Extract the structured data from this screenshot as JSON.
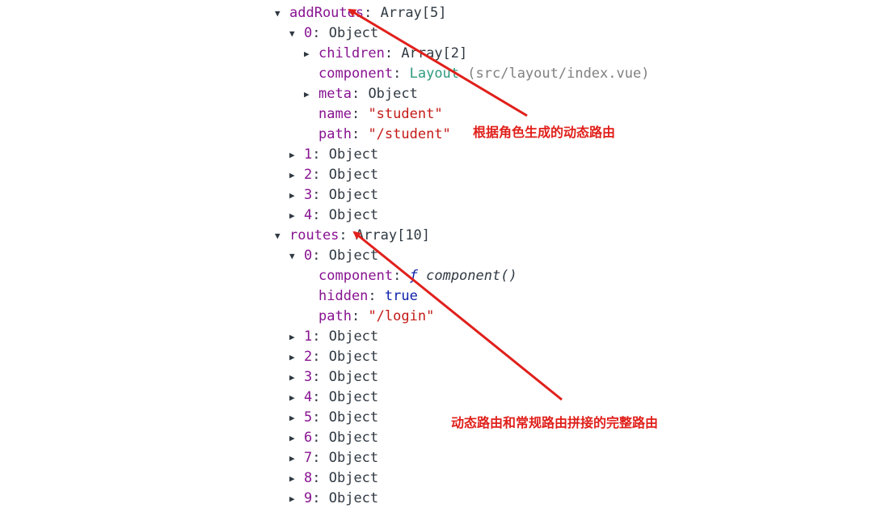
{
  "add_routes": {
    "key": "addRoutes",
    "value": "Array[5]",
    "item0": {
      "index": "0",
      "type": "Object",
      "children": {
        "key": "children",
        "value": "Array[2]"
      },
      "component": {
        "key": "component",
        "value": "Layout",
        "path": "(src/layout/index.vue)"
      },
      "meta": {
        "key": "meta",
        "value": "Object"
      },
      "name": {
        "key": "name",
        "value": "\"student\""
      },
      "path": {
        "key": "path",
        "value": "\"/student\""
      }
    },
    "items": [
      {
        "index": "1",
        "type": "Object"
      },
      {
        "index": "2",
        "type": "Object"
      },
      {
        "index": "3",
        "type": "Object"
      },
      {
        "index": "4",
        "type": "Object"
      }
    ]
  },
  "routes": {
    "key": "routes",
    "value": "Array[10]",
    "item0": {
      "index": "0",
      "type": "Object",
      "component": {
        "key": "component",
        "fn_kw": "ƒ",
        "value": "component()"
      },
      "hidden": {
        "key": "hidden",
        "value": "true"
      },
      "path": {
        "key": "path",
        "value": "\"/login\""
      }
    },
    "items": [
      {
        "index": "1",
        "type": "Object"
      },
      {
        "index": "2",
        "type": "Object"
      },
      {
        "index": "3",
        "type": "Object"
      },
      {
        "index": "4",
        "type": "Object"
      },
      {
        "index": "5",
        "type": "Object"
      },
      {
        "index": "6",
        "type": "Object"
      },
      {
        "index": "7",
        "type": "Object"
      },
      {
        "index": "8",
        "type": "Object"
      },
      {
        "index": "9",
        "type": "Object"
      }
    ]
  },
  "annotations": {
    "top": "根据角色生成的动态路由",
    "bottom": "动态路由和常规路由拼接的完整路由"
  },
  "colors": {
    "annotation": "#e0201b",
    "key": "#881391",
    "string": "#c41a16",
    "keyword": "#0d22aa"
  },
  "icons": {
    "expanded": "triangle-down-icon",
    "collapsed": "triangle-right-icon"
  }
}
